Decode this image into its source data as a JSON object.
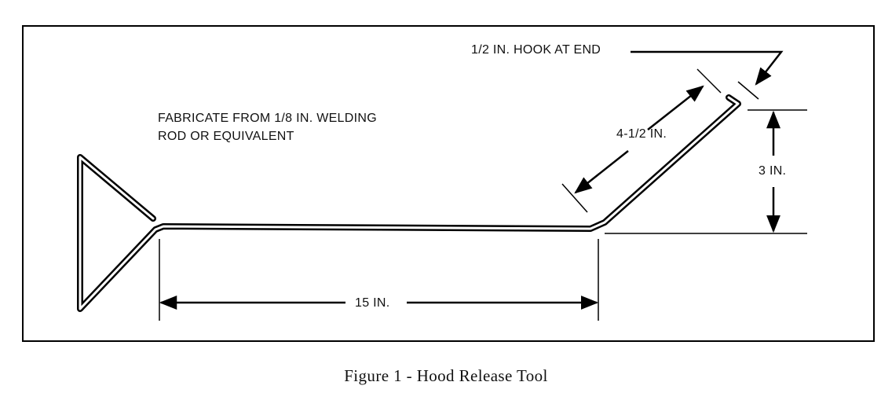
{
  "figure": {
    "note_line1": "FABRICATE FROM 1/8 IN. WELDING",
    "note_line2": "ROD OR EQUIVALENT",
    "hook_label": "1/2 IN. HOOK AT END",
    "angled_length_label": "4-1/2 IN.",
    "height_label": "3 IN.",
    "shaft_length_label": "15 IN.",
    "caption": "Figure 1 - Hood Release Tool"
  }
}
